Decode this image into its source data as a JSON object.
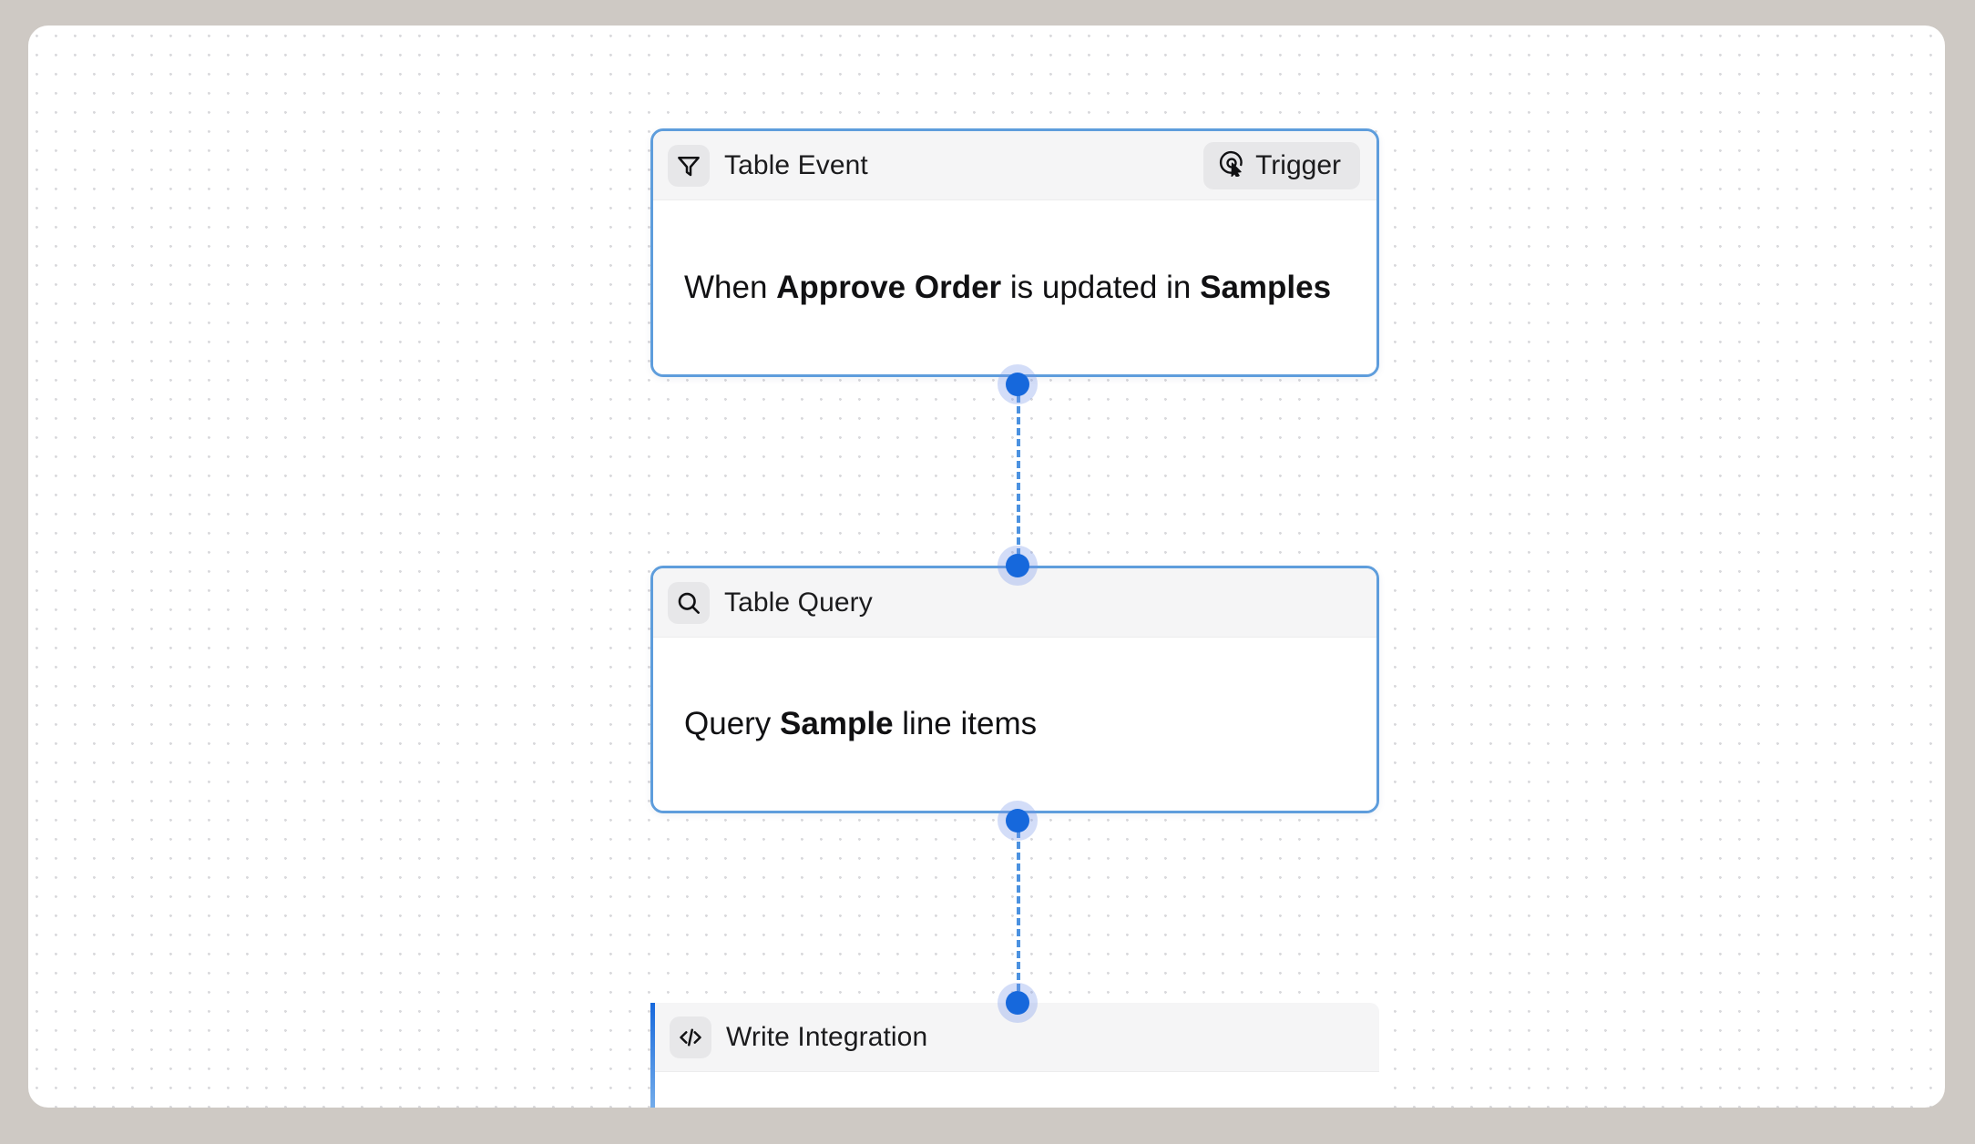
{
  "canvas": {
    "background_color": "#ffffff",
    "frame_color": "#cec9c4",
    "grid": "dot-grid"
  },
  "theme": {
    "node_border": "#5e9ddc",
    "port_color": "#1668dc",
    "port_halo": "#7696e8",
    "edge_color": "#4c92e0",
    "header_background": "#f5f5f6",
    "chip_background": "#e7e7e9",
    "text_color": "#111113"
  },
  "nodes": [
    {
      "id": "table-event",
      "icon": "filter-icon",
      "title": "Table Event",
      "badge": {
        "icon": "trigger-cursor-icon",
        "label": "Trigger"
      },
      "body": {
        "segments": [
          {
            "text": "When ",
            "bold": false
          },
          {
            "text": "Approve Order",
            "bold": true
          },
          {
            "text": " is updated in ",
            "bold": false
          },
          {
            "text": "Samples",
            "bold": true
          }
        ],
        "plain": "When Approve Order is updated in Samples"
      }
    },
    {
      "id": "table-query",
      "icon": "search-icon",
      "title": "Table Query",
      "badge": null,
      "body": {
        "segments": [
          {
            "text": "Query ",
            "bold": false
          },
          {
            "text": "Sample",
            "bold": true
          },
          {
            "text": " line items",
            "bold": false
          }
        ],
        "plain": "Query Sample line items"
      }
    },
    {
      "id": "write-integration",
      "icon": "code-icon",
      "title": "Write Integration",
      "badge": null,
      "body": {
        "segments": [],
        "plain": ""
      }
    }
  ],
  "connections": [
    {
      "from": "table-event",
      "to": "table-query",
      "style": "dashed"
    },
    {
      "from": "table-query",
      "to": "write-integration",
      "style": "dashed"
    }
  ]
}
